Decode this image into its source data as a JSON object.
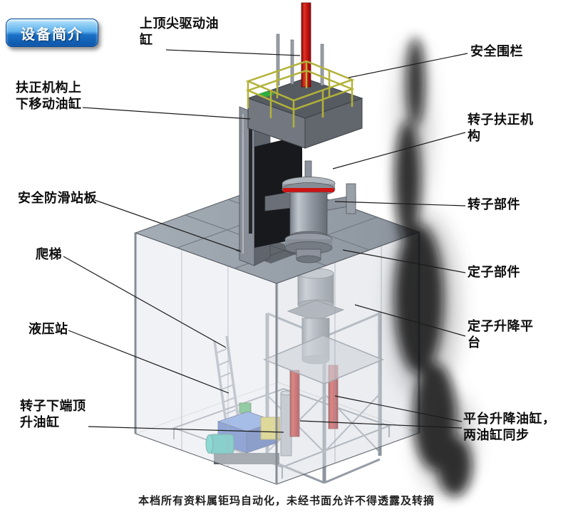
{
  "page": {
    "title_badge": "设备简介",
    "watermark": "本档所有资料属钜玛自动化，未经书面允许不得透露及转摘"
  },
  "labels": [
    {
      "name": "top-drive-cylinder",
      "text": "上顶尖驱动油缸"
    },
    {
      "name": "safety-fence",
      "text": "安全围栏"
    },
    {
      "name": "centering-mechanism-cylinder",
      "text": "扶正机构上下移动油缸"
    },
    {
      "name": "rotor-centering-mechanism",
      "text": "转子扶正机构"
    },
    {
      "name": "anti-slip-platform",
      "text": "安全防滑站板"
    },
    {
      "name": "rotor-part",
      "text": "转子部件"
    },
    {
      "name": "ladder",
      "text": "爬梯"
    },
    {
      "name": "stator-part",
      "text": "定子部件"
    },
    {
      "name": "hydraulic-station",
      "text": "液压站"
    },
    {
      "name": "stator-lift-platform",
      "text": "定子升降平台"
    },
    {
      "name": "rotor-bottom-jack-cylinder",
      "text": "转子下端顶升油缸"
    },
    {
      "name": "platform-lift-cylinders",
      "text": "平台升降油缸，两油缸同步"
    }
  ],
  "colors": {
    "accent_red": "#c01111",
    "railing_yellow": "#b2b238",
    "hydraulic_blue": "#2a57b8",
    "motor_teal": "#19b2a2",
    "structure_gray": "#9aa2ab",
    "badge_blue": "#1b70c6"
  }
}
